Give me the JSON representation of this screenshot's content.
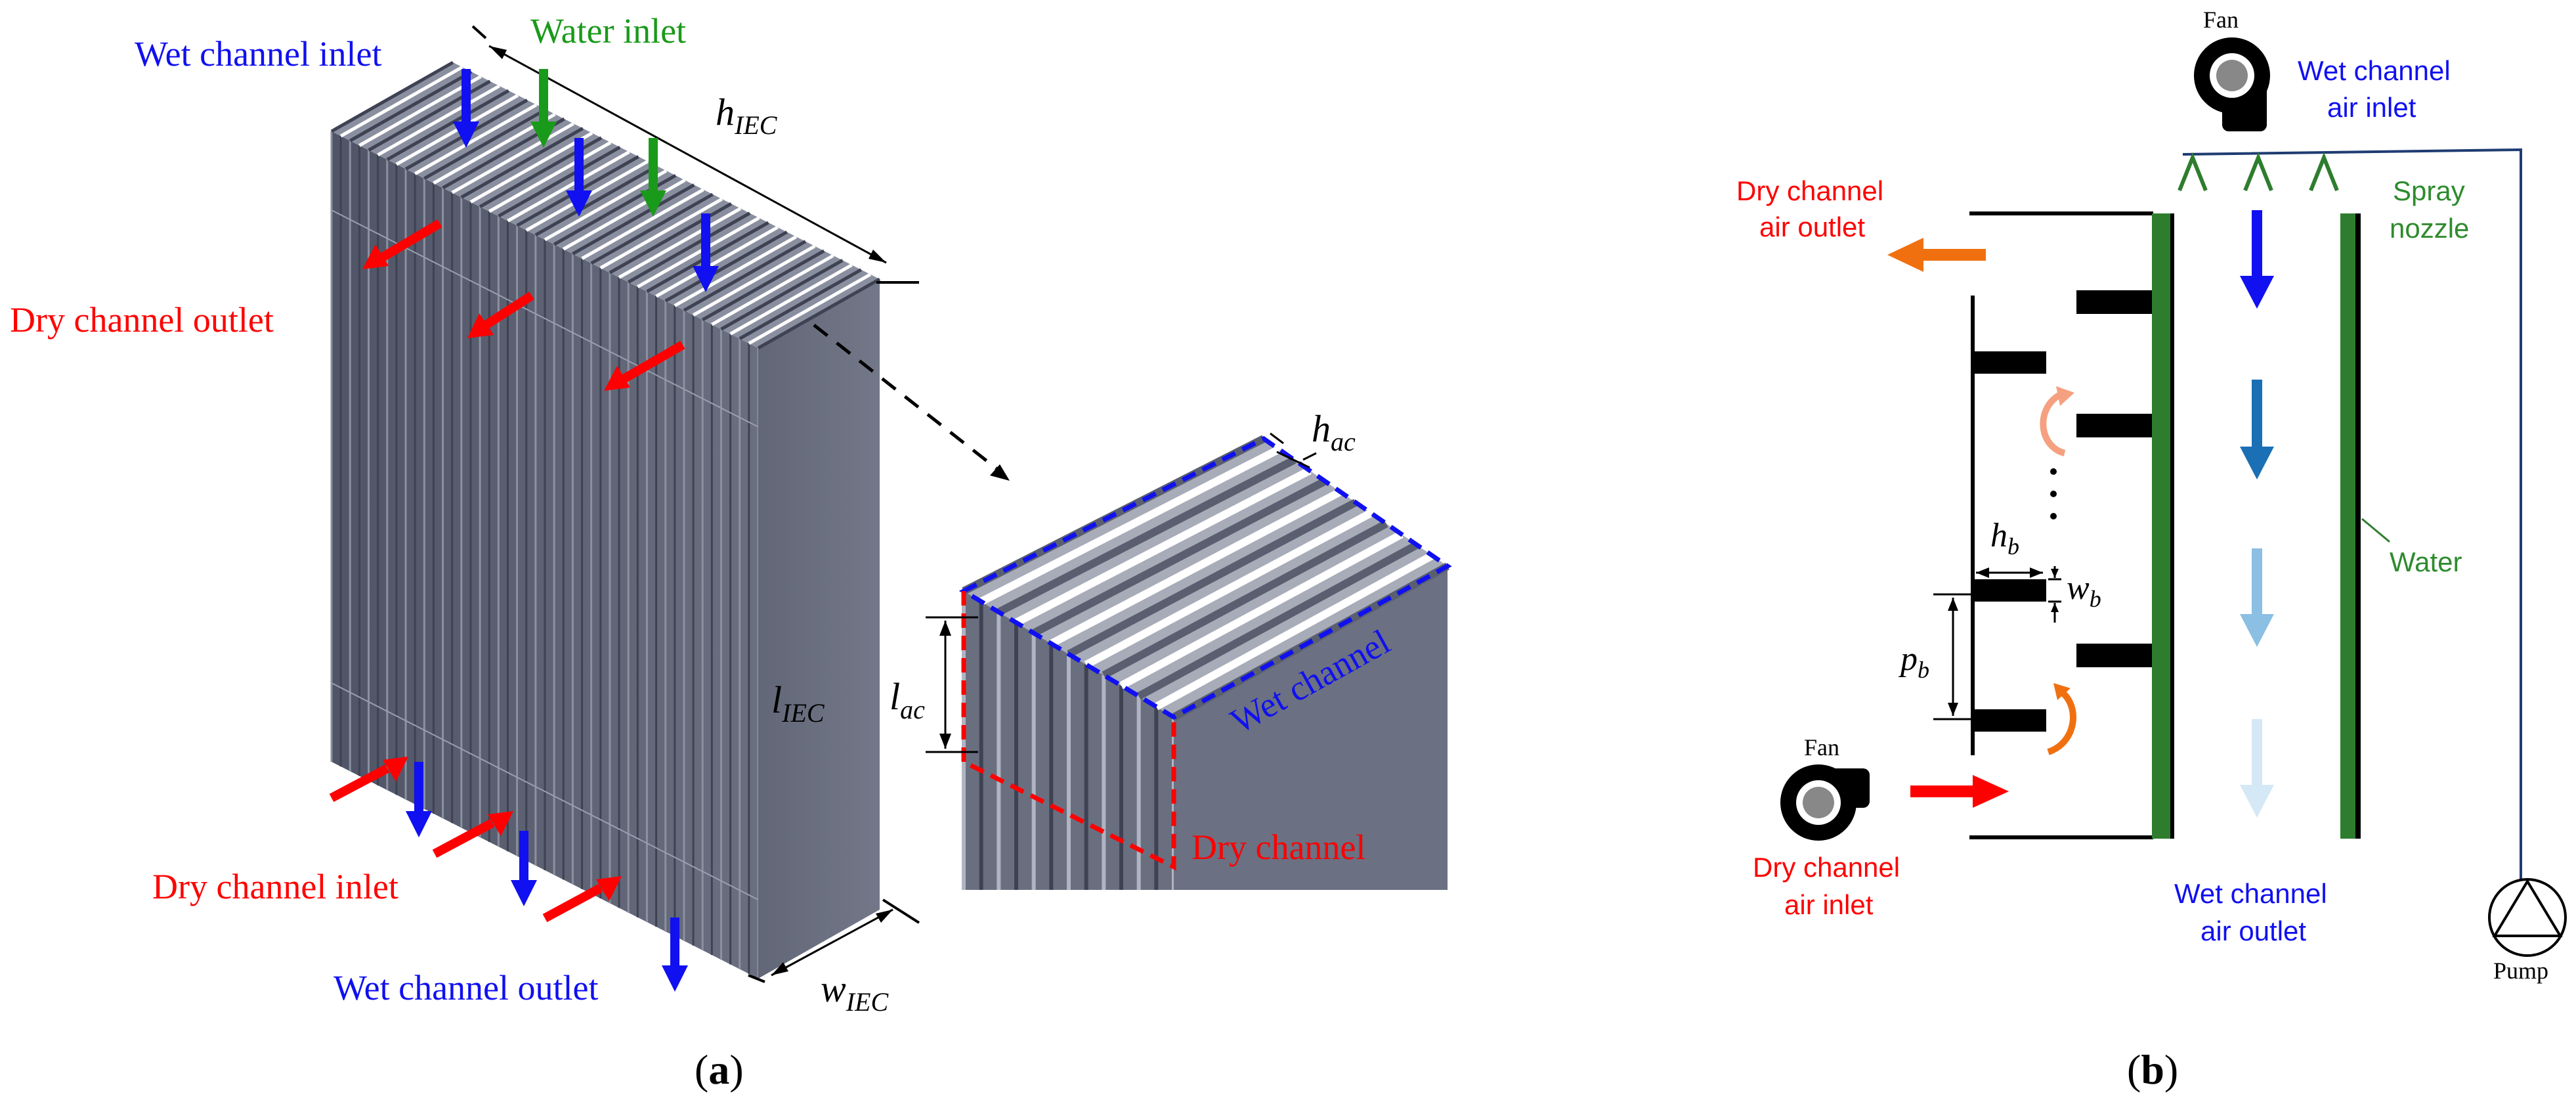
{
  "colors": {
    "red": "#ff0000",
    "blue": "#1010f0",
    "green": "#1a9a1a",
    "orange": "#f07010",
    "darkGreen": "#2e7d2e",
    "panelDark": "#5a5f70",
    "panelMid": "#6e7384"
  },
  "panel_a": {
    "labels": {
      "wet_channel_inlet": "Wet channel inlet",
      "water_inlet": "Water inlet",
      "dry_channel_outlet": "Dry channel outlet",
      "dry_channel_inlet": "Dry channel inlet",
      "wet_channel_outlet": "Wet channel outlet",
      "wet_channel": "Wet channel",
      "dry_channel": "Dry channel"
    },
    "dimensions": {
      "h_iec": {
        "base": "h",
        "sub": "IEC"
      },
      "l_iec": {
        "base": "l",
        "sub": "IEC"
      },
      "w_iec": {
        "base": "w",
        "sub": "IEC"
      },
      "h_ac": {
        "base": "h",
        "sub": "ac"
      },
      "l_ac": {
        "base": "l",
        "sub": "ac"
      }
    },
    "caption": "(a)",
    "caption_letter": "a"
  },
  "panel_b": {
    "labels": {
      "fan_top": "Fan",
      "wet_channel_air_inlet_1": "Wet channel",
      "wet_channel_air_inlet_2": "air inlet",
      "dry_channel_air_outlet_1": "Dry channel",
      "dry_channel_air_outlet_2": "air outlet",
      "spray_nozzle_1": "Spray",
      "spray_nozzle_2": "nozzle",
      "water": "Water",
      "fan_bottom": "Fan",
      "dry_channel_air_inlet_1": "Dry channel",
      "dry_channel_air_inlet_2": "air inlet",
      "wet_channel_air_outlet_1": "Wet channel",
      "wet_channel_air_outlet_2": "air outlet",
      "pump": "Pump"
    },
    "dimensions": {
      "h_b": {
        "base": "h",
        "sub": "b"
      },
      "w_b": {
        "base": "w",
        "sub": "b"
      },
      "p_b": {
        "base": "p",
        "sub": "b"
      }
    },
    "caption": "(b)",
    "caption_letter": "b"
  }
}
